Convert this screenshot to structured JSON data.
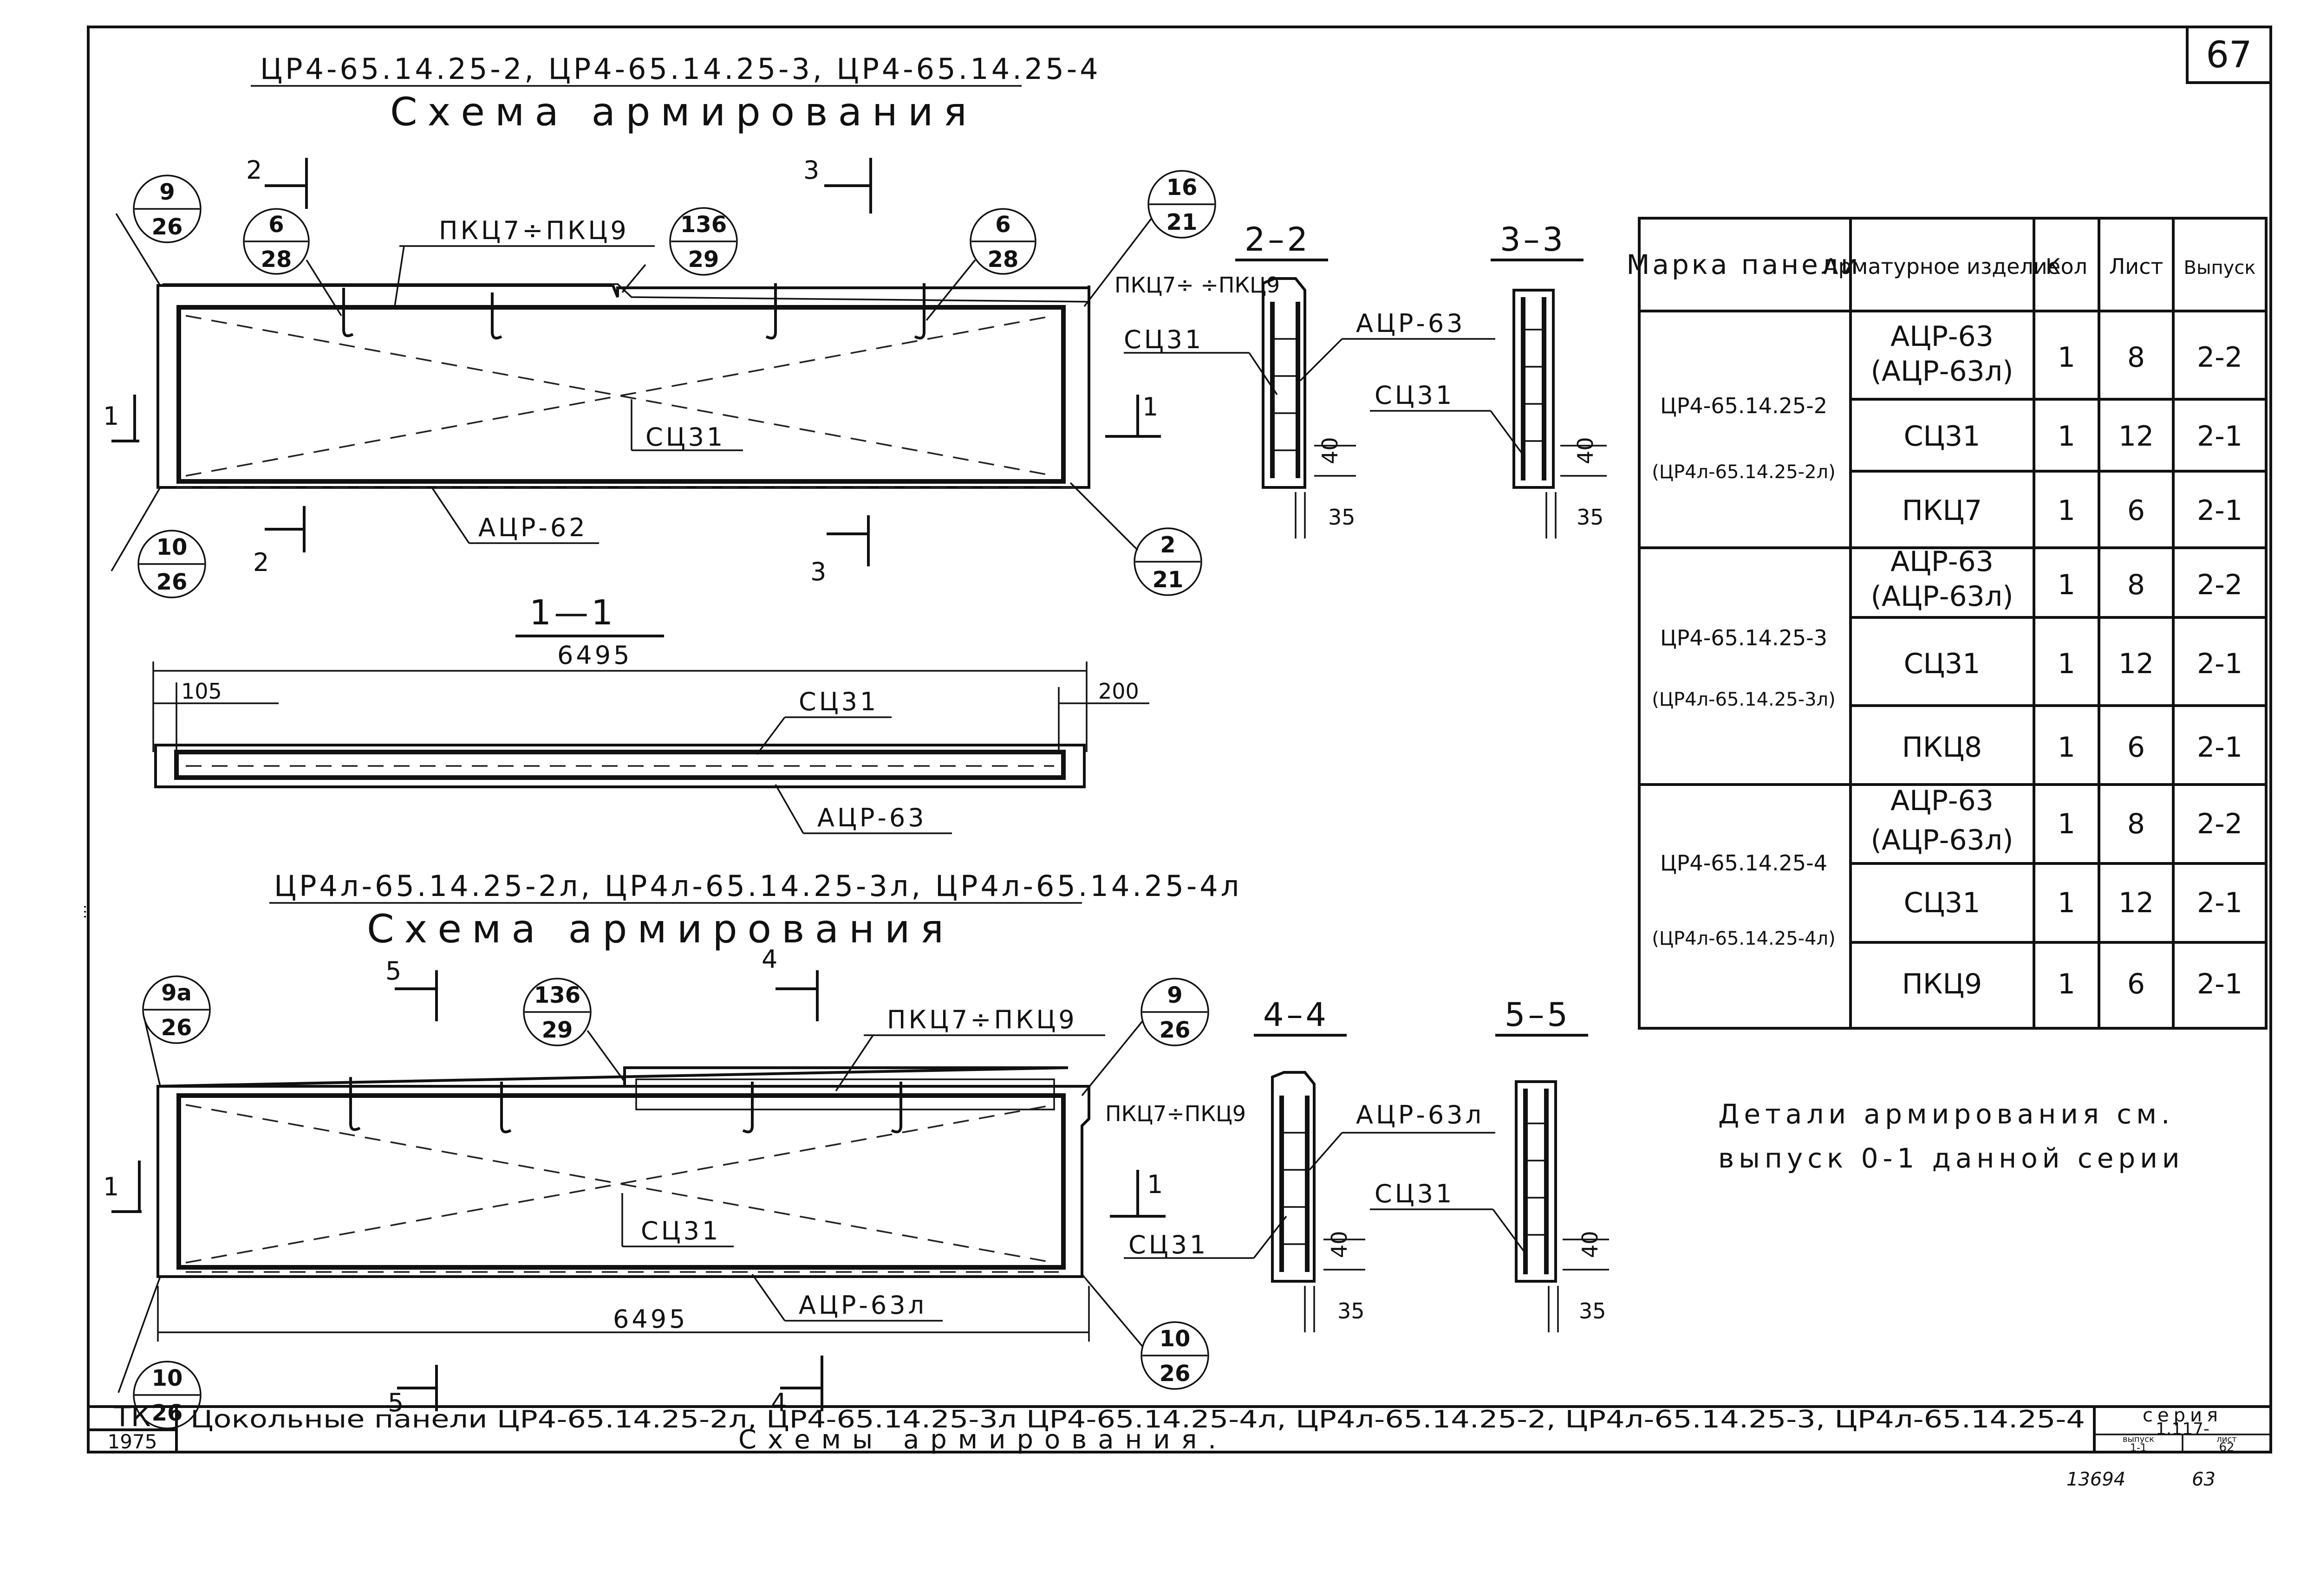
{
  "sheet": {
    "page_number": "67",
    "stamp": "ТК",
    "year": "1975",
    "footer_note_1": "13694",
    "footer_note_2": "63",
    "margin_note": "…"
  },
  "top_plan": {
    "title": "ЦР4-65.14.25-2, ЦР4-65.14.25-3, ЦР4-65.14.25-4",
    "subtitle": "Схема армирования",
    "callouts": [
      {
        "top": "9",
        "bottom": "26"
      },
      {
        "top": "6",
        "bottom": "28"
      },
      {
        "top": "136",
        "bottom": "29"
      },
      {
        "top": "6",
        "bottom": "28"
      },
      {
        "top": "16",
        "bottom": "21"
      },
      {
        "top": "10",
        "bottom": "26"
      },
      {
        "top": "2",
        "bottom": "21"
      }
    ],
    "labels": {
      "pkc": "ПКЦ7÷ПКЦ9",
      "sc": "СЦ31",
      "acr": "АЦР-62",
      "sec2": "2",
      "sec3": "3",
      "sec1": "1"
    }
  },
  "section_1_1": {
    "title": "1—1",
    "dim_total": "6495",
    "dim_left": "105",
    "dim_right": "200",
    "sc": "СЦ31",
    "acr": "АЦР-63"
  },
  "bottom_plan": {
    "title": "ЦР4л-65.14.25-2л, ЦР4л-65.14.25-3л, ЦР4л-65.14.25-4л",
    "subtitle": "Схема армирования",
    "callouts": [
      {
        "top": "9а",
        "bottom": "26"
      },
      {
        "top": "136",
        "bottom": "29"
      },
      {
        "top": "9",
        "bottom": "26"
      },
      {
        "top": "10",
        "bottom": "26"
      },
      {
        "top": "10",
        "bottom": "26"
      }
    ],
    "labels": {
      "pkc": "ПКЦ7÷ПКЦ9",
      "sc": "СЦ31",
      "acr": "АЦР-63л",
      "dim": "6495",
      "sec5": "5",
      "sec4": "4",
      "sec1": "1"
    }
  },
  "sections_small": {
    "s22": {
      "title": "2–2",
      "pkc": "ПКЦ7÷ ÷ПКЦ9",
      "sc": "СЦ31",
      "acr": "АЦР-63",
      "d40": "40",
      "d35": "35"
    },
    "s33": {
      "title": "3–3",
      "sc": "СЦ31",
      "d40": "40",
      "d35": "35"
    },
    "s44": {
      "title": "4–4",
      "pkc": "ПКЦ7÷ПКЦ9",
      "sc": "СЦ31",
      "acr": "АЦР-63л",
      "d40": "40",
      "d35": "35"
    },
    "s55": {
      "title": "5–5",
      "sc": "СЦ31",
      "d40": "40",
      "d35": "35"
    }
  },
  "table": {
    "headers": [
      "Марка панели",
      "Арматурное изделие",
      "Кол",
      "Лист",
      "Выпуск"
    ],
    "groups": [
      {
        "mark": "ЦР4-65.14.25-2",
        "mark_alt": "(ЦР4л-65.14.25-2л)",
        "rows": [
          {
            "item": "АЦР-63",
            "item_alt": "(АЦР-63л)",
            "qty": "1",
            "sheet": "8",
            "issue": "2-2"
          },
          {
            "item": "СЦ31",
            "item_alt": "",
            "qty": "1",
            "sheet": "12",
            "issue": "2-1"
          },
          {
            "item": "ПКЦ7",
            "item_alt": "",
            "qty": "1",
            "sheet": "6",
            "issue": "2-1"
          }
        ]
      },
      {
        "mark": "ЦР4-65.14.25-3",
        "mark_alt": "(ЦР4л-65.14.25-3л)",
        "rows": [
          {
            "item": "АЦР-63",
            "item_alt": "(АЦР-63л)",
            "qty": "1",
            "sheet": "8",
            "issue": "2-2"
          },
          {
            "item": "СЦ31",
            "item_alt": "",
            "qty": "1",
            "sheet": "12",
            "issue": "2-1"
          },
          {
            "item": "ПКЦ8",
            "item_alt": "",
            "qty": "1",
            "sheet": "6",
            "issue": "2-1"
          }
        ]
      },
      {
        "mark": "ЦР4-65.14.25-4",
        "mark_alt": "(ЦР4л-65.14.25-4л)",
        "rows": [
          {
            "item": "АЦР-63",
            "item_alt": "(АЦР-63л)",
            "qty": "1",
            "sheet": "8",
            "issue": "2-2"
          },
          {
            "item": "СЦ31",
            "item_alt": "",
            "qty": "1",
            "sheet": "12",
            "issue": "2-1"
          },
          {
            "item": "ПКЦ9",
            "item_alt": "",
            "qty": "1",
            "sheet": "6",
            "issue": "2-1"
          }
        ]
      }
    ]
  },
  "note": {
    "line1": "Детали армирования см.",
    "line2": "выпуск 0-1 данной серии"
  },
  "title_block": {
    "line1": "Цокольные панели ЦР4-65.14.25-2л, ЦР4-65.14.25-3л ЦР4-65.14.25-4л, ЦР4л-65.14.25-2, ЦР4л-65.14.25-3, ЦР4л-65.14.25-4",
    "line2": "Схемы армирования.",
    "series_label": "серия",
    "series_value": "1.117-",
    "issue_label": "выпуск",
    "issue_value": "1-1",
    "sheet_label": "лист",
    "sheet_value": "62"
  }
}
